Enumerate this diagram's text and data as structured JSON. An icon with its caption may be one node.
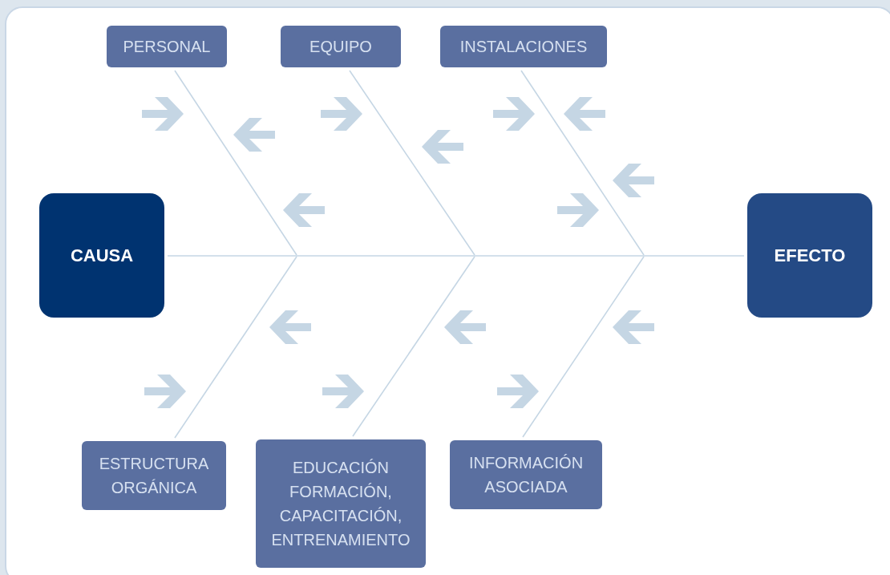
{
  "diagram": {
    "nodes": [
      {
        "text": [
          "PERSONAL"
        ]
      },
      {
        "text": [
          "EQUIPO"
        ]
      },
      {
        "text": [
          "INSTALACIONES"
        ]
      },
      {
        "text": [
          "CAUSA"
        ]
      },
      {
        "text": [
          "EFECTO"
        ]
      },
      {
        "text": [
          "ESTRUCTURA ORGÁNICA"
        ]
      },
      {
        "text": [
          "EDUCACIÓN FORMACIÓN, CAPACITACIÓN, ENTRENAMIENTO"
        ]
      },
      {
        "text": [
          "INFORMACIÓN ASOCIADA"
        ]
      }
    ],
    "edges": [
      {
        "from": 3,
        "to": 4,
        "arrow": "none"
      },
      {
        "from": 0,
        "to": null,
        "arrow": "none"
      },
      {
        "from": 1,
        "to": null,
        "arrow": "none"
      },
      {
        "from": 2,
        "to": null,
        "arrow": "none"
      },
      {
        "from": 5,
        "to": null,
        "arrow": "none"
      },
      {
        "from": 6,
        "to": null,
        "arrow": "none"
      },
      {
        "from": 7,
        "to": null,
        "arrow": "none"
      }
    ]
  }
}
